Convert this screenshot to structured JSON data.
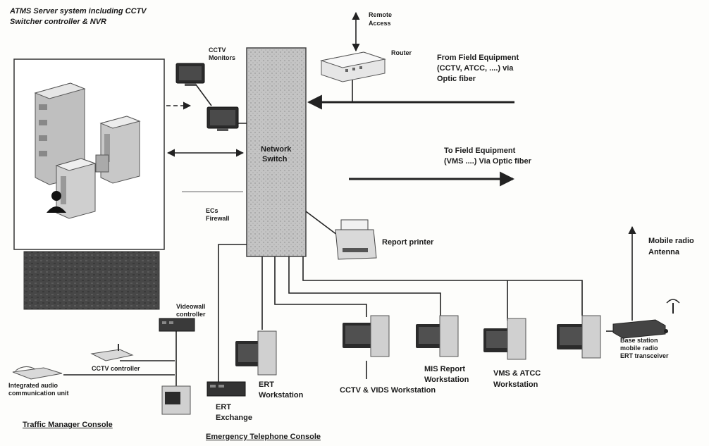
{
  "title": {
    "line1": "ATMS Server system including CCTV",
    "line2": "Switcher controller & NVR"
  },
  "labels": {
    "cctv_monitors": [
      "CCTV",
      "Monitors"
    ],
    "network_switch": [
      "Network",
      "Switch"
    ],
    "router": "Router",
    "remote_access": [
      "Remote",
      "Access"
    ],
    "from_field": [
      "From Field Equipment",
      "(CCTV, ATCC, ....) via",
      "Optic fiber"
    ],
    "to_field": [
      "To Field Equipment",
      "(VMS ....) Via Optic fiber"
    ],
    "ecs_firewall": [
      "ECs",
      "Firewall"
    ],
    "report_printer": "Report printer",
    "mobile_radio": [
      "Mobile radio",
      "Antenna"
    ],
    "videowall_controller": [
      "Videowall",
      "controller"
    ],
    "cctv_controller": "CCTV controller",
    "integrated_audio": [
      "Integrated audio",
      "communication unit"
    ],
    "traffic_manager": "Traffic Manager Console",
    "ert_workstation": [
      "ERT",
      "Workstation"
    ],
    "ert_exchange": [
      "ERT",
      "Exchange"
    ],
    "emergency_console": "Emergency Telephone Console",
    "cctv_vids": "CCTV  & VIDS Workstation",
    "mis_report": [
      "MIS Report",
      "Workstation"
    ],
    "vms_atcc": [
      "VMS  & ATCC",
      "Workstation"
    ],
    "base_station": [
      "Base station",
      "mobile radio",
      "ERT transceiver"
    ]
  },
  "colors": {
    "line": "#222222",
    "switch_fill": "#bdbdbd",
    "server_fill": "#d3d3d3",
    "monitor": "#2b2b2b",
    "wall": "#4a4a4a"
  }
}
